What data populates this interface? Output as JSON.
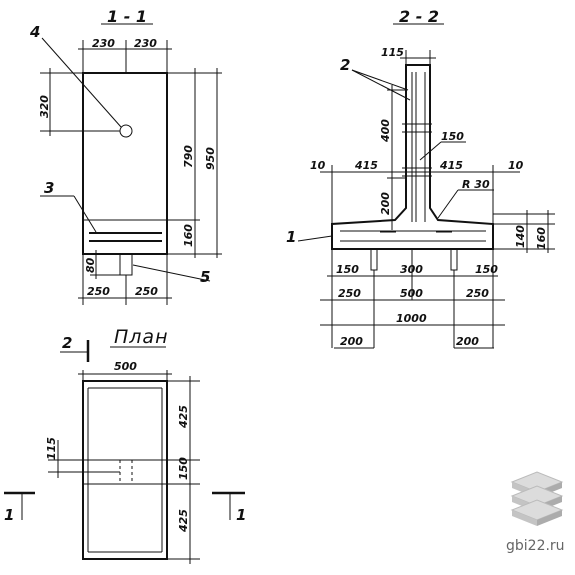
{
  "section_1": {
    "title": "1 - 1",
    "dims": {
      "top_left": "230",
      "top_right": "230",
      "d320": "320",
      "d790": "790",
      "d950": "950",
      "d160": "160",
      "d80": "80",
      "bottom_left": "250",
      "bottom_right": "250"
    },
    "callouts": {
      "c4": "4",
      "c3": "3",
      "c5": "5"
    }
  },
  "section_2": {
    "title": "2 - 2",
    "dims": {
      "d115": "115",
      "d400": "400",
      "d150": "150",
      "d10_left": "10",
      "d415_left": "415",
      "d415_right": "415",
      "d10_right": "10",
      "r30": "R 30",
      "d200_v": "200",
      "d140": "140",
      "d160": "160",
      "d150_l": "150",
      "d300": "300",
      "d150_r": "150",
      "d250_l": "250",
      "d500": "500",
      "d250_r": "250",
      "d1000": "1000",
      "d200_bl": "200",
      "d200_br": "200"
    },
    "callouts": {
      "c2": "2",
      "c1": "1"
    }
  },
  "plan": {
    "title": "План",
    "section_mark": "2",
    "cut_left": "1",
    "cut_right": "1",
    "dims": {
      "d500": "500",
      "d425_top": "425",
      "d115": "115",
      "d150": "150",
      "d425_bottom": "425"
    }
  },
  "watermark": {
    "text": "gbi22.ru",
    "logo_icon": "stacked-slabs-icon"
  }
}
